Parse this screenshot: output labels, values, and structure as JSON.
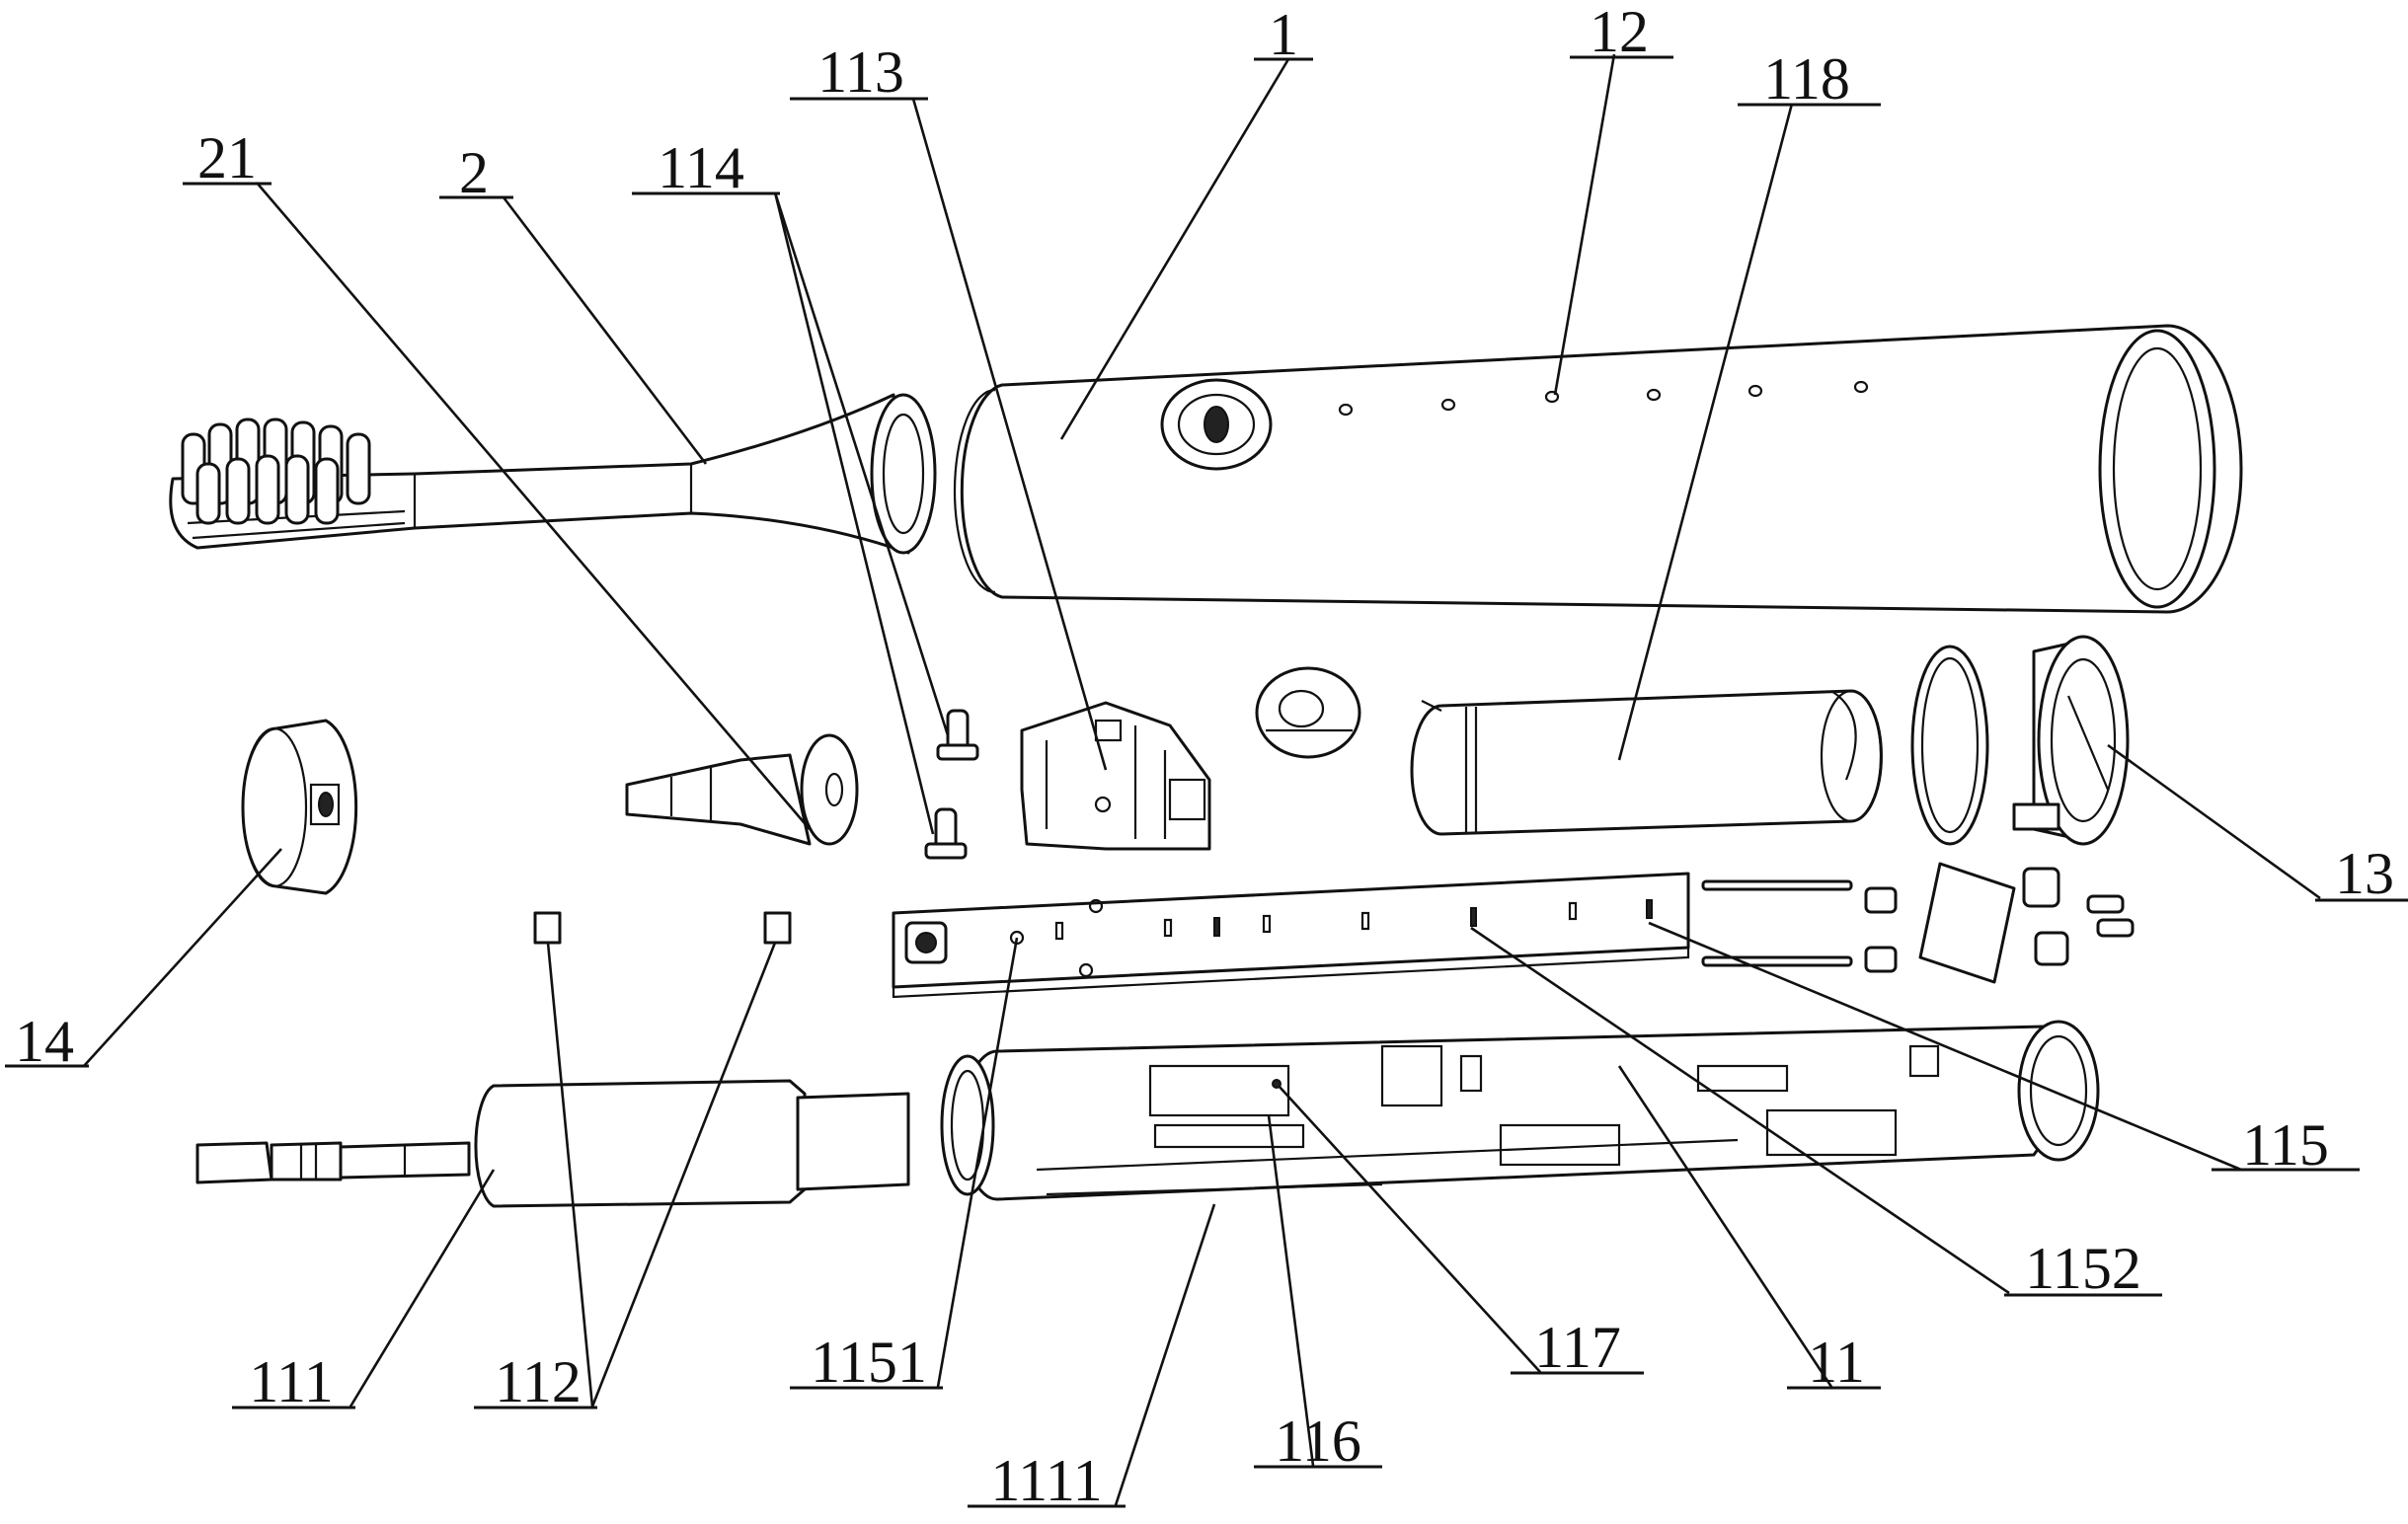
{
  "figure": {
    "labels": {
      "l1": "1",
      "l12": "12",
      "l113": "113",
      "l118": "118",
      "l21": "21",
      "l2": "2",
      "l114": "114",
      "l13": "13",
      "l14": "14",
      "l115": "115",
      "l1152": "1152",
      "l111": "111",
      "l112": "112",
      "l1151": "1151",
      "l117": "117",
      "l11": "11",
      "l1111": "1111",
      "l116": "116"
    }
  }
}
